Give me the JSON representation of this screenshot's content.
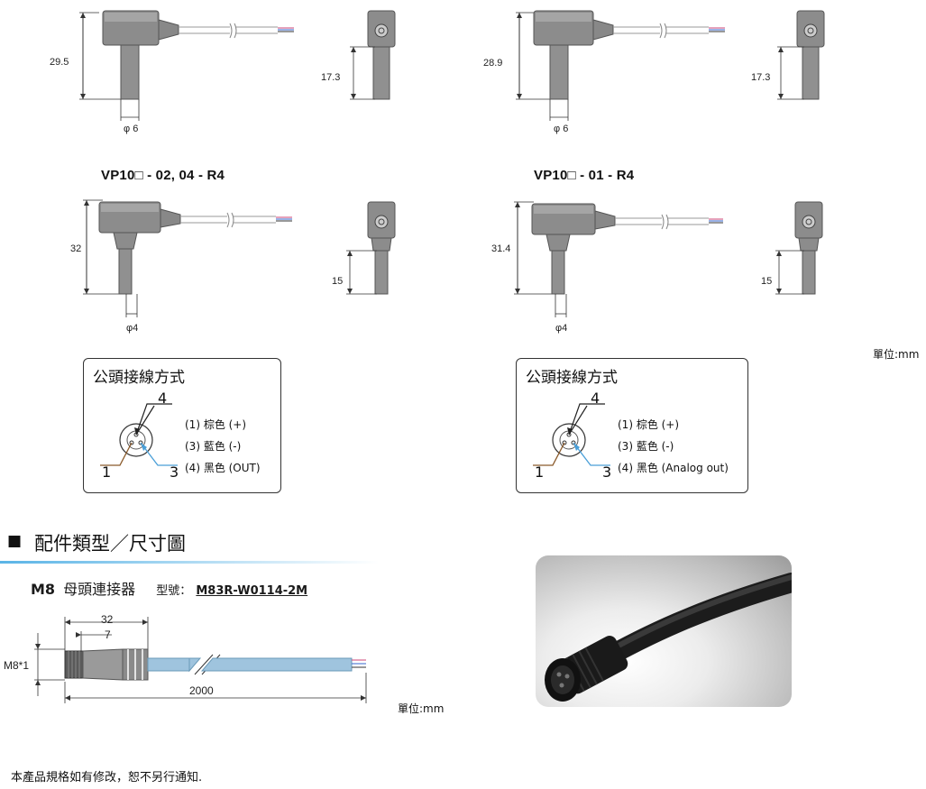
{
  "diagrams": {
    "top_left": {
      "height": "29.5",
      "side": "17.3",
      "dia": "φ 6"
    },
    "top_right": {
      "height": "28.9",
      "side": "17.3",
      "dia": "φ 6"
    },
    "mid_left": {
      "model": "VP10□ - 02, 04 - R4",
      "height": "32",
      "side": "15",
      "dia": "φ4"
    },
    "mid_right": {
      "model": "VP10□ - 01 - R4",
      "height": "31.4",
      "side": "15",
      "dia": "φ4"
    }
  },
  "unit_right": "單位:mm",
  "wiring_left": {
    "title": "公頭接線方式",
    "pin_top": "4",
    "pin_left": "1",
    "pin_right": "3",
    "lines": [
      "(1) 棕色 (+)",
      "(3) 藍色 (-)",
      "(4) 黑色 (OUT)"
    ]
  },
  "wiring_right": {
    "title": "公頭接線方式",
    "pin_top": "4",
    "pin_left": "1",
    "pin_right": "3",
    "lines": [
      "(1) 棕色 (+)",
      "(3) 藍色 (-)",
      "(4) 黑色 (Analog out)"
    ]
  },
  "section": {
    "bullet": "■",
    "title": "配件類型／尺寸圖"
  },
  "accessory": {
    "name": "M8",
    "name_suffix": "母頭連接器",
    "model_label": "型號：",
    "model": "M83R-W0114-2M",
    "dim_32": "32",
    "dim_7": "7",
    "dim_thread": "M8*1",
    "dim_2000": "2000",
    "unit": "單位:mm"
  },
  "footer_note": "本產品規格如有修改，恕不另行通知."
}
